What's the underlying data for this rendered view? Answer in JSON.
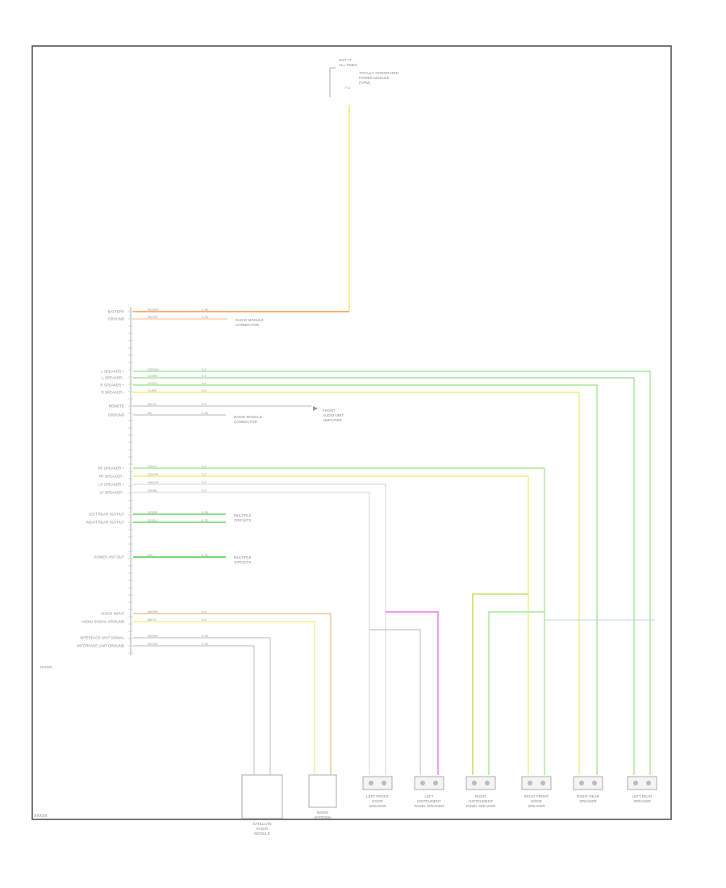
{
  "footer": {
    "code": "XXXXX"
  },
  "module": {
    "pin_labels": [
      "BATTERY",
      "GROUND",
      "L SPEAKER +",
      "L SPEAKER -",
      "R SPEAKER +",
      "R SPEAKER -",
      "REMOTE",
      "GROUND",
      "RF SPEAKER +",
      "RF SPEAKER -",
      "LF SPEAKER +",
      "LF SPEAKER -",
      "LEFT REAR OUTPUT",
      "RIGHT REAR OUTPUT",
      "POWER ANT OUT",
      "AUDIO INPUT",
      "AUDIO SIGNAL GROUND",
      "INTERFACE UNIT SIGNAL",
      "INTERFACE UNIT GROUND"
    ],
    "bottom_label": "RADIO"
  },
  "top_connector": {
    "label_lines": [
      "HOT AT",
      "ALL TIMES"
    ],
    "desc_lines": [
      "TOTALLY INTEGRATED",
      "POWER MODULE",
      "(TIPM)"
    ],
    "fuse": "F11"
  },
  "wire_labels": [
    "RD/WH",
    "BK/WH",
    "DG/WH",
    "DG/BK",
    "DG/GY",
    "YL/BK",
    "BK/YL",
    "BK",
    "DG/YL",
    "DG/OR",
    "WH/OR",
    "WH/BL",
    "DG/BK",
    "DG/BL",
    "DG",
    "BK/WH",
    "BK/YL",
    "BK/WH",
    "BK/OG"
  ],
  "gauge_labels": [
    "0.35",
    "0.35",
    "0.5",
    "0.5",
    "0.5",
    "0.5",
    "0.5",
    "0.35",
    "0.5",
    "0.5",
    "0.5",
    "0.5",
    "0.35",
    "0.35",
    "0.35",
    "0.5",
    "0.5",
    "0.35",
    "0.35"
  ],
  "side_notes": [
    {
      "lines": [
        "RADIO MODULE",
        "CONNECTOR"
      ]
    },
    {
      "lines": [
        "FRONT",
        "AUDIO UNIT",
        "AMPLIFIER"
      ]
    },
    {
      "lines": [
        "RADIO MODULE",
        "CONNECTOR"
      ]
    },
    {
      "lines": [
        "MULTIPLE",
        "CIRCUITS"
      ]
    },
    {
      "lines": [
        "MULTIPLE",
        "CIRCUITS"
      ]
    }
  ],
  "components": [
    {
      "lines": [
        "SATELLITE",
        "RADIO",
        "MODULE"
      ]
    },
    {
      "lines": [
        "RADIO",
        "ANTENNA"
      ]
    },
    {
      "lines": [
        "LEFT FRONT",
        "DOOR",
        "SPEAKER"
      ]
    },
    {
      "lines": [
        "LEFT",
        "INSTRUMENT",
        "PANEL SPEAKER"
      ]
    },
    {
      "lines": [
        "RIGHT",
        "INSTRUMENT",
        "PANEL SPEAKER"
      ]
    },
    {
      "lines": [
        "RIGHT FRONT",
        "DOOR",
        "SPEAKER"
      ]
    },
    {
      "lines": [
        "RIGHT REAR",
        "SPEAKER"
      ]
    },
    {
      "lines": [
        "LEFT REAR",
        "SPEAKER"
      ]
    }
  ],
  "colors": {
    "frame": "#555555",
    "orange": "#f39a4a",
    "light_orange": "#f7c89a",
    "yellow": "#f1ec7e",
    "light_green": "#a7e69a",
    "green": "#6fd36a",
    "bright_green": "#4ccf3c",
    "lime": "#bfe65a",
    "gray": "#c8c8c8",
    "magenta": "#e27be4",
    "tan": "#e8b87a",
    "light_blue": "#c2d6ee"
  }
}
